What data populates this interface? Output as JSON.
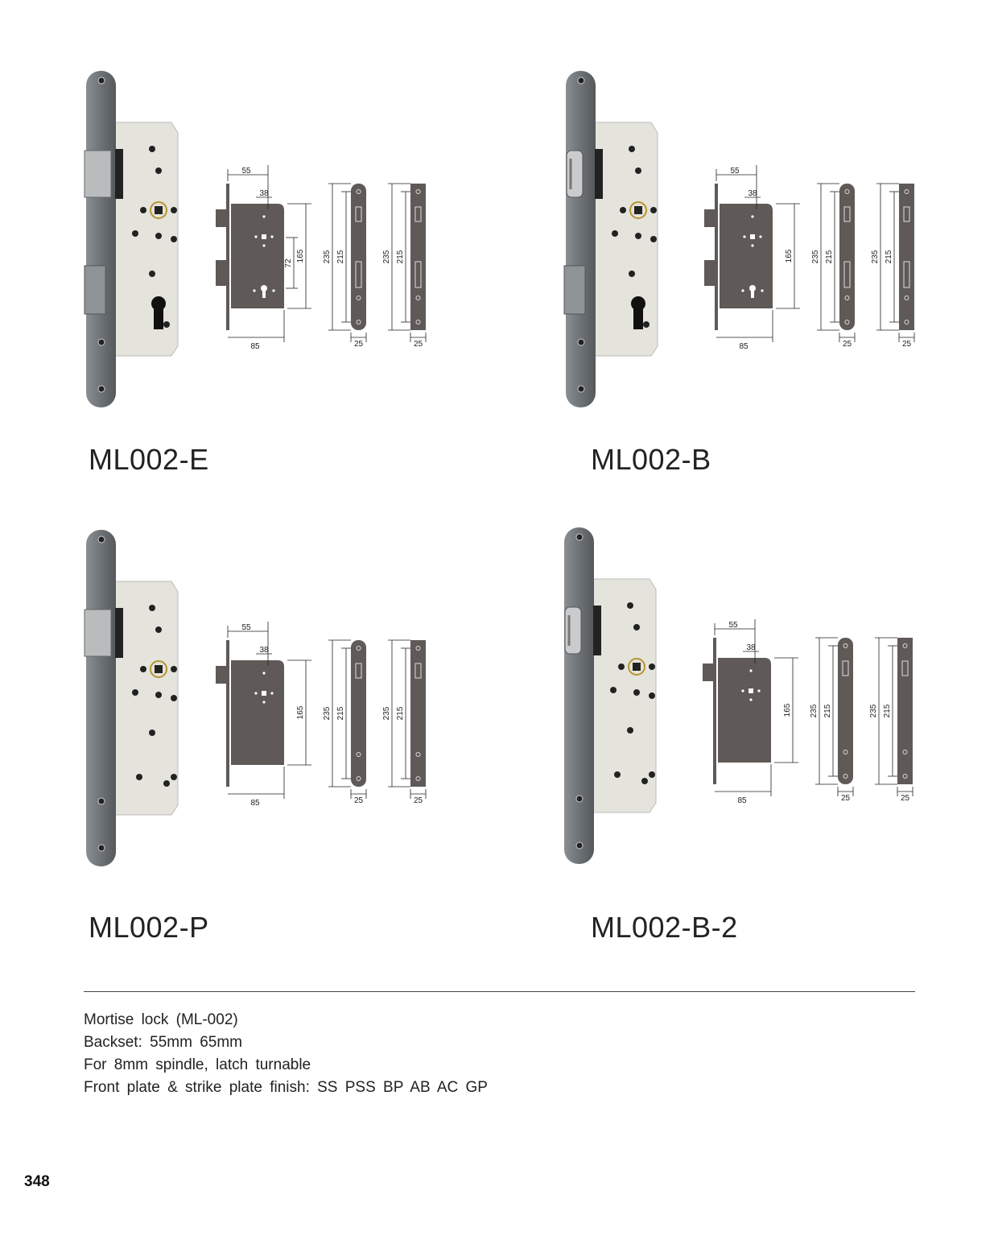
{
  "products": [
    {
      "model": "ML002-E",
      "latch": "square",
      "deadbolt": true,
      "cylinder": true,
      "dims": {
        "backset": "55",
        "center": "38",
        "distance": "72",
        "body_height": "165",
        "plate_length": "235",
        "screw_span": "215",
        "depth": "85",
        "plate_width": "25"
      }
    },
    {
      "model": "ML002-B",
      "latch": "roller",
      "deadbolt": true,
      "cylinder": true,
      "dims": {
        "backset": "55",
        "center": "38",
        "body_height": "165",
        "plate_length": "235",
        "screw_span": "215",
        "depth": "85",
        "plate_width": "25"
      }
    },
    {
      "model": "ML002-P",
      "latch": "square",
      "deadbolt": false,
      "cylinder": false,
      "dims": {
        "backset": "55",
        "center": "38",
        "body_height": "165",
        "plate_length": "235",
        "screw_span": "215",
        "depth": "85",
        "plate_width": "25"
      }
    },
    {
      "model": "ML002-B-2",
      "latch": "roller",
      "deadbolt": false,
      "cylinder": false,
      "dims": {
        "backset": "55",
        "center": "38",
        "body_height": "165",
        "plate_length": "235",
        "screw_span": "215",
        "depth": "85",
        "plate_width": "25"
      }
    }
  ],
  "specs": {
    "line1": "Mortise lock (ML-002)",
    "line2": "Backset: 55mm 65mm",
    "line3": "For 8mm spindle, latch turnable",
    "line4": "Front plate & strike plate finish: SS PSS BP AB AC GP"
  },
  "page_number": "348",
  "colors": {
    "faceplate": "#6d7276",
    "case": "#e4e3dc",
    "diagram": "#5f5a57"
  }
}
